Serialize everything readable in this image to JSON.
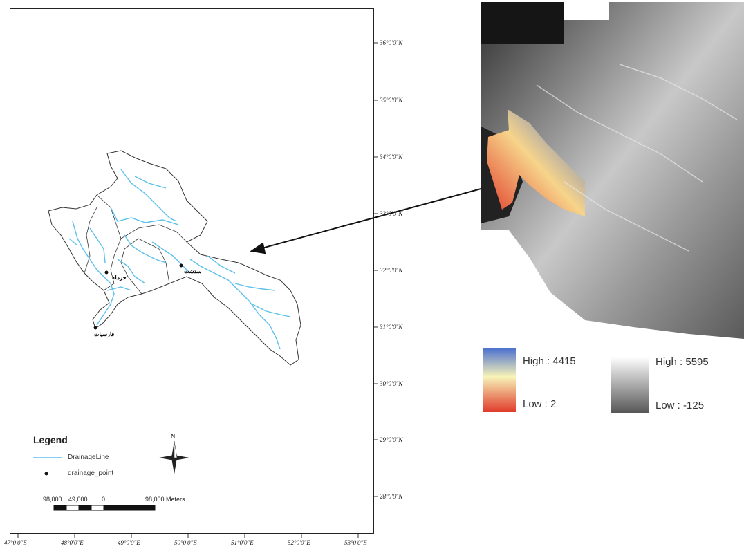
{
  "map": {
    "longitude_labels": [
      "47°0'0\"E",
      "48°0'0\"E",
      "49°0'0\"E",
      "50°0'0\"E",
      "51°0'0\"E",
      "52°0'0\"E",
      "53°0'0\"E"
    ],
    "latitude_labels": [
      "36°0'0\"N",
      "35°0'0\"N",
      "34°0'0\"N",
      "33°0'0\"N",
      "32°0'0\"N",
      "31°0'0\"N",
      "30°0'0\"N",
      "29°0'0\"N",
      "28°0'0\"N"
    ],
    "point_labels": [
      "حرمله",
      "سدشت",
      "فارسیات"
    ],
    "colors": {
      "drainage_line": "#5bc0eb",
      "boundary": "#333333",
      "point": "#111111"
    }
  },
  "legend": {
    "title": "Legend",
    "line_label": "DrainageLine",
    "point_label": "drainage_point"
  },
  "north_arrow": {
    "label": "N"
  },
  "scale_bar": {
    "labels": [
      "98,000",
      "49,000",
      "0",
      "98,000 Meters"
    ]
  },
  "color_ramps": {
    "basin": {
      "high": "High : 4415",
      "low": "Low : 2",
      "colors": [
        "#4a6fd0",
        "#f7f3b8",
        "#e03a2a"
      ]
    },
    "dem": {
      "high": "High : 5595",
      "low": "Low : -125",
      "colors": [
        "#ffffff",
        "#555555"
      ]
    }
  }
}
